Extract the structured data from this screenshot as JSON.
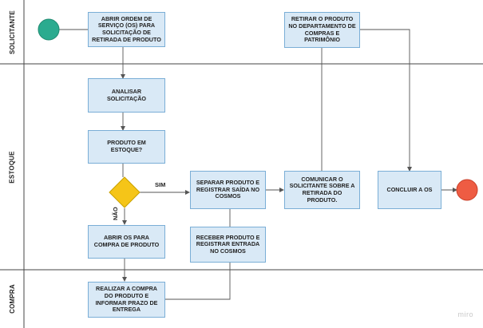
{
  "lanes": {
    "solicitante": "SOLICITANTE",
    "estoque": "ESTOQUE",
    "compra": "COMPRA"
  },
  "nodes": {
    "abrir_os": "ABRIR ORDEM DE SERVIÇO (OS) PARA SOLICITAÇÃO DE RETIRADA DE PRODUTO",
    "retirar_produto": "RETIRAR O PRODUTO NO DEPARTAMENTO DE COMPRAS E PATRIMÔNIO",
    "analisar": "ANALISAR SOLICITAÇÃO",
    "produto_estoque": "PRODUTO EM ESTOQUE?",
    "separar": "SEPARAR PRODUTO E REGISTRAR SAÍDA NO COSMOS",
    "comunicar": "COMUNICAR O SOLICITANTE SOBRE A RETIRADA DO PRODUTO.",
    "concluir": "CONCLUIR A OS",
    "abrir_compra": "ABRIR OS  PARA COMPRA DE PRODUTO",
    "receber": "RECEBER PRODUTO E REGISTRAR ENTRADA NO COSMOS",
    "realizar_compra": "REALIZAR A COMPRA DO PRODUTO E INFORMAR PRAZO DE ENTREGA"
  },
  "edge_labels": {
    "sim": "SIM",
    "nao": "NÃO"
  },
  "colors": {
    "box_fill": "#d9e9f6",
    "box_border": "#7aaed6",
    "decision": "#f5c518",
    "start": "#2bab8f",
    "end": "#ee5c43"
  },
  "watermark": "miro"
}
